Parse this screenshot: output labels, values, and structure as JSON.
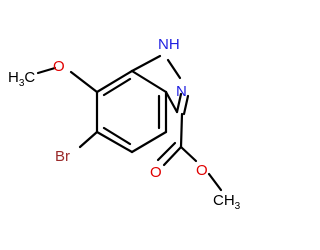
{
  "molecule": {
    "atoms": {
      "nh": {
        "text": "N",
        "suffix": "H"
      },
      "n2": {
        "text": "N"
      },
      "o_methoxy": {
        "text": "O"
      },
      "ch3_methoxy": {
        "text": "H",
        "sub": "3",
        "suffix": "C"
      },
      "br": {
        "text": "Br"
      },
      "o_carbonyl": {
        "text": "O"
      },
      "o_ester": {
        "text": "O"
      },
      "ch3_ester": {
        "text": "CH",
        "sub": "3"
      }
    },
    "colors": {
      "bond": "#000000",
      "nitrogen": "#1f1fe0",
      "oxygen": "#e00000",
      "bromine": "#9a2a2a",
      "carbon": "#000000"
    }
  }
}
